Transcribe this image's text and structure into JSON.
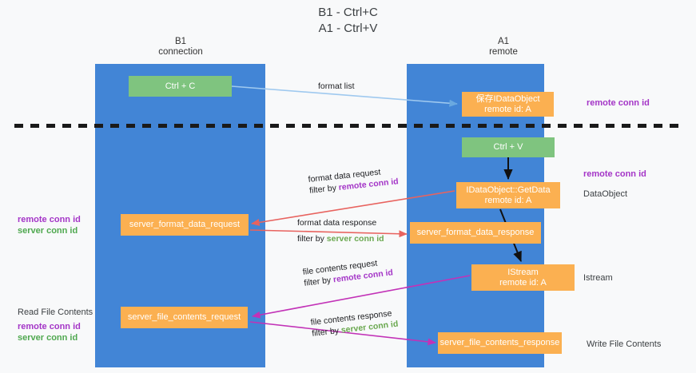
{
  "title": {
    "line1": "B1 - Ctrl+C",
    "line2": "A1 - Ctrl+V"
  },
  "lanes": [
    {
      "id": "b1",
      "name": "B1",
      "subtitle": "connection",
      "color": "#4285d6"
    },
    {
      "id": "a1",
      "name": "A1",
      "subtitle": "remote",
      "color": "#4285d6"
    }
  ],
  "nodes": {
    "ctrl_c": {
      "label": "Ctrl + C",
      "color": "#7fc47f"
    },
    "save_idataobject": {
      "line1": "保存IDataObject",
      "line2": "remote id: A",
      "color": "#fbb051"
    },
    "ctrl_v": {
      "label": "Ctrl + V",
      "color": "#7fc47f"
    },
    "getdata": {
      "line1": "IDataObject::GetData",
      "line2": "remote id: A",
      "color": "#fbb051"
    },
    "server_format_data_request": {
      "label": "server_format_data_request",
      "color": "#fbb051"
    },
    "server_format_data_response": {
      "label": "server_format_data_response",
      "color": "#fbb051"
    },
    "istream": {
      "line1": "IStream",
      "line2": "remote id: A",
      "color": "#fbb051"
    },
    "server_file_contents_request": {
      "label": "server_file_contents_request",
      "color": "#fbb051"
    },
    "server_file_contents_response": {
      "label": "server_file_contents_response",
      "color": "#fbb051"
    }
  },
  "edge_labels": {
    "format_list": "format list",
    "format_data_request": "format data request",
    "format_data_request_filter_prefix": "filter by ",
    "format_data_request_filter_value": "remote conn id",
    "format_data_response": "format data response",
    "format_data_response_filter_prefix": "filter by ",
    "format_data_response_filter_value": "server conn id",
    "file_contents_request": "file contents request",
    "file_contents_request_filter_prefix": "filter by ",
    "file_contents_request_filter_value": "remote conn id",
    "file_contents_response": "file contents response",
    "file_contents_response_filter_prefix": "filter by ",
    "file_contents_response_filter_value": "server conn id"
  },
  "side_annotations": {
    "right_remote_conn_id_top": "remote conn id",
    "right_remote_conn_id_mid": "remote conn id",
    "right_dataobject": "DataObject",
    "right_istream": "Istream",
    "right_write_file_contents": "Write File Contents",
    "left_remote_conn_id_1": "remote conn id",
    "left_server_conn_id_1": "server conn id",
    "left_read_file_contents": "Read File Contents",
    "left_remote_conn_id_2": "remote conn id",
    "left_server_conn_id_2": "server conn id"
  },
  "colors": {
    "lane": "#4285d6",
    "green_node": "#7fc47f",
    "orange_node": "#fbb051",
    "remote_conn_id": "#a435c7",
    "server_conn_id": "#6aa84f",
    "arrow_blue": "#9fc9ef",
    "arrow_red": "#e8635f",
    "arrow_magenta": "#c232b7",
    "arrow_black": "#000000",
    "background": "#f8f9fa"
  }
}
